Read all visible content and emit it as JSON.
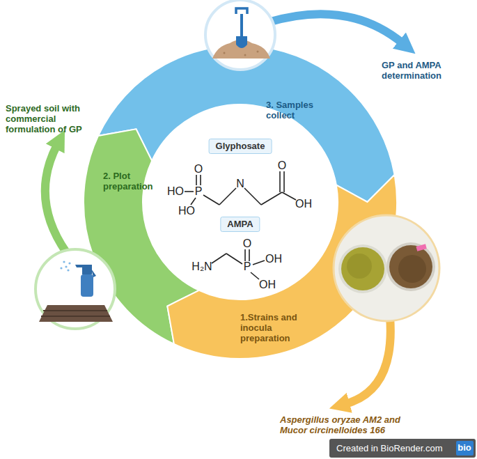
{
  "diagram": {
    "nodes": [
      {
        "text": [
          "3. Samples collect"
        ]
      },
      {
        "text": [
          "2. Plot preparation"
        ]
      },
      {
        "text": [
          "Glyphosate"
        ]
      },
      {
        "text": [
          "AMPA"
        ]
      },
      {
        "text": [
          "1.Strains and inocula preparation"
        ]
      }
    ],
    "labels": [
      "GP and AMPA determination",
      "Sprayed soil with commercial formulation of GP",
      "O",
      "HO",
      "P",
      "N",
      "O",
      "OH",
      "HO",
      "O",
      "H₂N",
      "P",
      "OH",
      "OH",
      "Aspergillus oryzae AM2 and Mucor circinelloides 166",
      "Created in BioRender.com",
      "bio"
    ]
  }
}
